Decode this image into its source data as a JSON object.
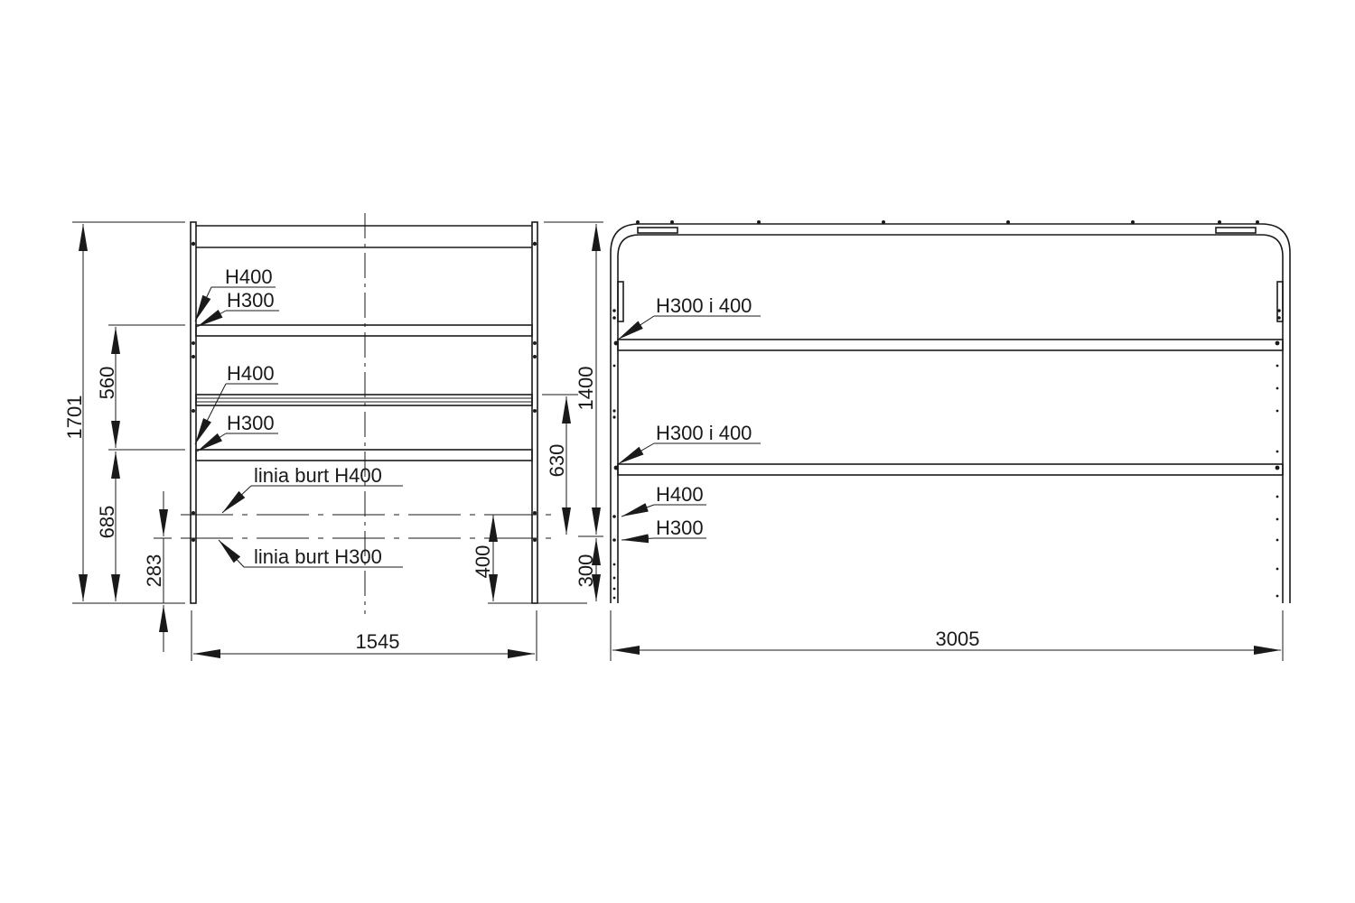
{
  "left_view": {
    "labels": {
      "h400_top": "H400",
      "h300_top": "H300",
      "h400_mid": "H400",
      "h300_mid": "H300",
      "burt_h400": "linia burt H400",
      "burt_h300": "linia burt H300"
    },
    "dims": {
      "overall_height": "1701",
      "upper_span": "560",
      "lower_span": "685",
      "bottom_283": "283",
      "right_630": "630",
      "right_400": "400",
      "width": "1545"
    }
  },
  "right_view": {
    "labels": {
      "upper": "H300 i 400",
      "lower": "H300 i 400",
      "h400": "H400",
      "h300": "H300"
    },
    "dims": {
      "height_1400": "1400",
      "height_300": "300",
      "width": "3005"
    }
  }
}
